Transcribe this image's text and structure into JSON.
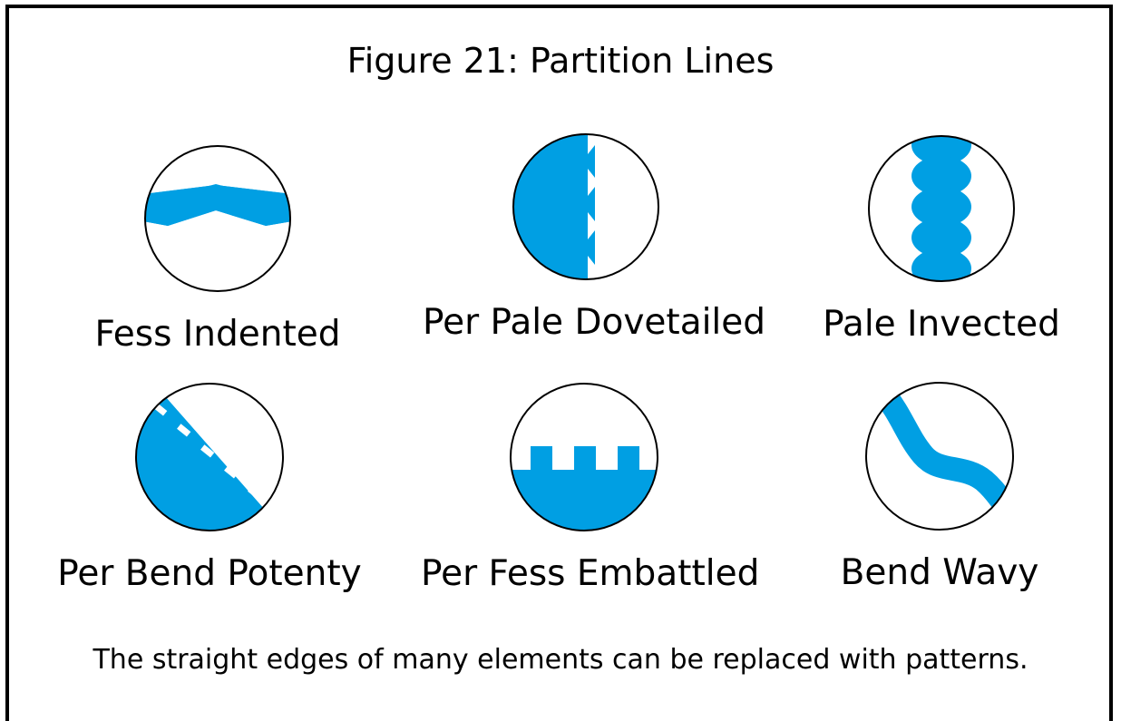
{
  "figure": {
    "title": "Figure 21:  Partition Lines",
    "caption": "The straight edges of many elements can be replaced with patterns.",
    "accent_color": "#009fe3",
    "items": [
      {
        "label": "Fess Indented"
      },
      {
        "label": "Per Pale Dovetailed"
      },
      {
        "label": "Pale Invected"
      },
      {
        "label": "Per Bend Potenty"
      },
      {
        "label": "Per Fess Embattled"
      },
      {
        "label": "Bend Wavy"
      }
    ]
  }
}
